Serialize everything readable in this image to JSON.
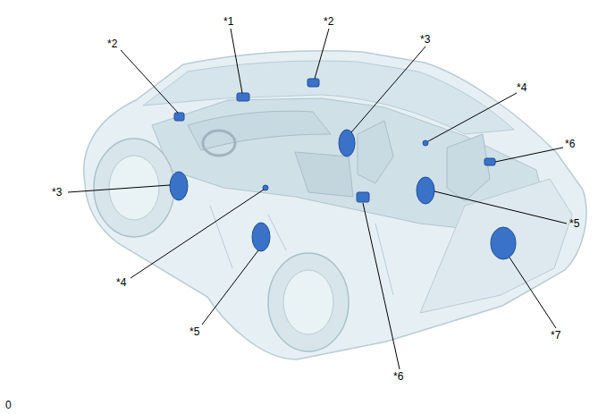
{
  "diagram": {
    "labels": [
      "*2",
      "*1",
      "*2",
      "*3",
      "*4",
      "*6",
      "*3",
      "*5",
      "*4",
      "*5",
      "*7",
      "*6",
      "0"
    ]
  }
}
